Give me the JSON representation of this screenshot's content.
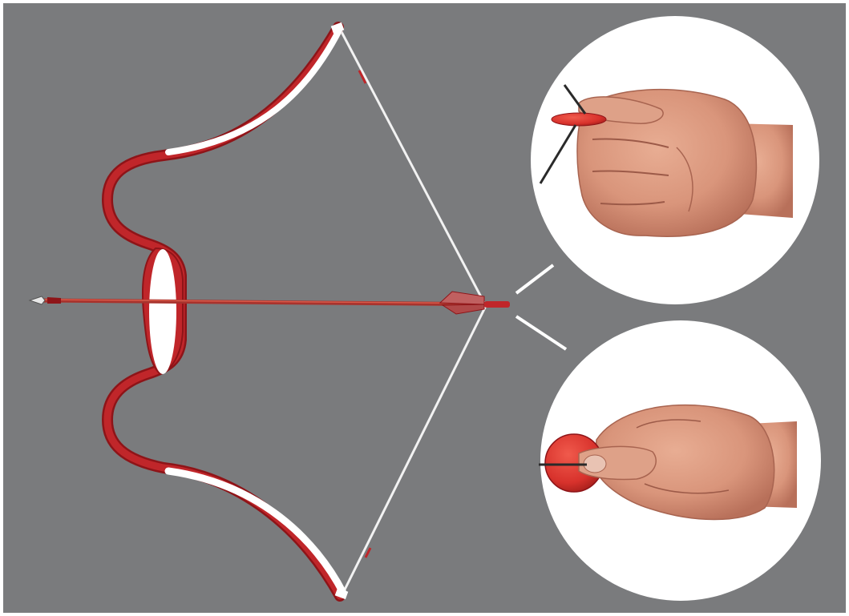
{
  "scene": {
    "subject": "bow-and-arrow-with-thumb-ring-draw-insets",
    "colors": {
      "background": "#7a7b7d",
      "bow_red": "#c0262a",
      "bow_dark_red": "#8e1418",
      "bow_white": "#ffffff",
      "string": "#f2f2f2",
      "circle_fill": "#ffffff",
      "skin": "#d9957b",
      "skin_shadow": "#b8705a",
      "thumb_ring": "#d8322c",
      "arrow_shaft": "#a8332d"
    },
    "icons": {
      "bow": "recurve-bow-icon",
      "arrow": "arrow-icon",
      "inset_top": "hand-draw-side-view",
      "inset_bottom": "hand-draw-top-view"
    }
  }
}
